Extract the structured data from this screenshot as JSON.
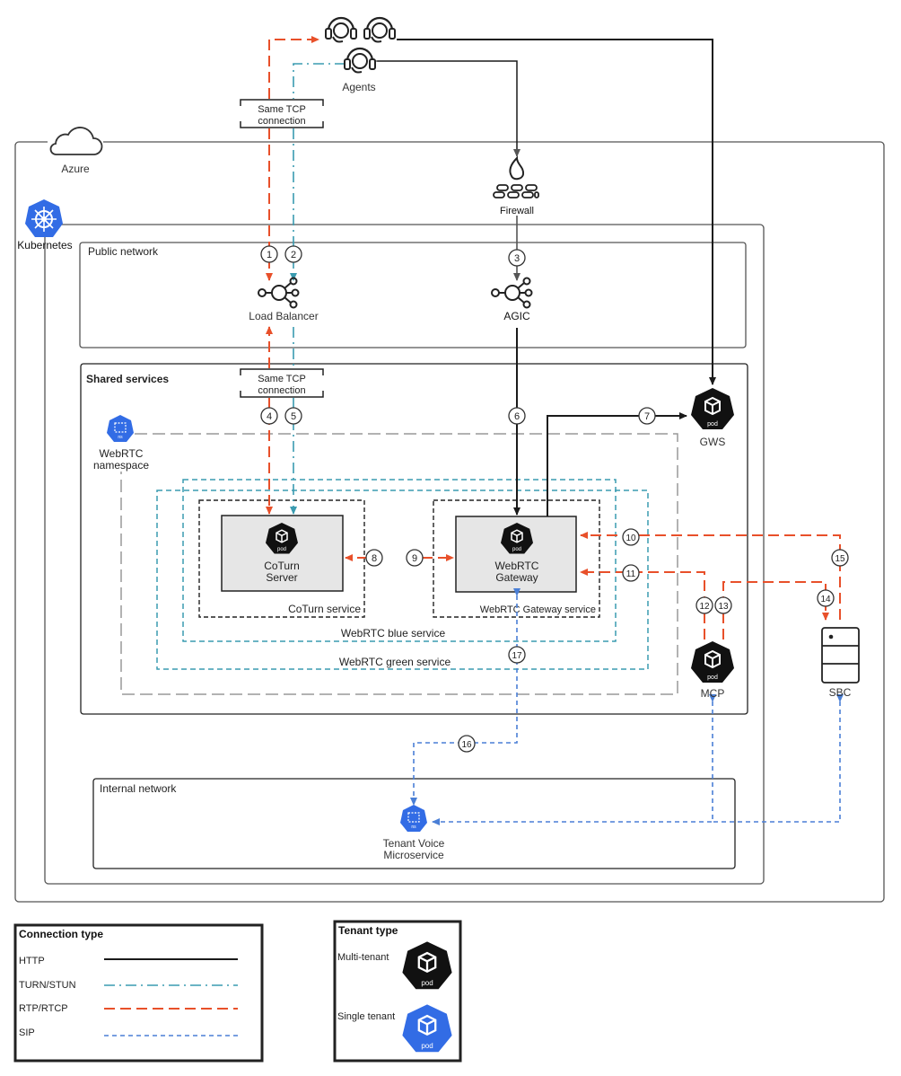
{
  "zones": {
    "azure": "Azure",
    "kubernetes": "Kubernetes",
    "public_network": "Public network",
    "shared_services": "Shared services",
    "internal_network": "Internal network",
    "webrtc_namespace_1": "WebRTC",
    "webrtc_namespace_2": "namespace",
    "coturn_service": "CoTurn service",
    "webrtc_gateway_service": "WebRTC Gateway service",
    "webrtc_blue_service": "WebRTC blue service",
    "webrtc_green_service": "WebRTC green service"
  },
  "nodes": {
    "agents": "Agents",
    "firewall": "Firewall",
    "load_balancer": "Load Balancer",
    "agic": "AGIC",
    "gws": "GWS",
    "coturn_1": "CoTurn",
    "coturn_2": "Server",
    "gateway_1": "WebRTC",
    "gateway_2": "Gateway",
    "mcp": "MCP",
    "sbc": "SBC",
    "tvm_1": "Tenant Voice",
    "tvm_2": "Microservice",
    "tcp_1": "Same TCP",
    "tcp_2": "connection",
    "pod_label": "pod",
    "ns_label": "ns"
  },
  "steps": [
    "1",
    "2",
    "3",
    "4",
    "5",
    "6",
    "7",
    "8",
    "9",
    "10",
    "11",
    "12",
    "13",
    "14",
    "15",
    "16",
    "17"
  ],
  "legend_connection": {
    "title": "Connection type",
    "http": "HTTP",
    "turn": "TURN/STUN",
    "rtp": "RTP/RTCP",
    "sip": "SIP"
  },
  "legend_tenant": {
    "title": "Tenant type",
    "multi": "Multi-tenant",
    "single": "Single tenant"
  },
  "colors": {
    "http": "#1a1a1a",
    "turn": "#3a9bb0",
    "rtp": "#e8502a",
    "sip": "#4a7fd6",
    "single_tenant": "#326ce5",
    "multi_tenant": "#111111"
  }
}
